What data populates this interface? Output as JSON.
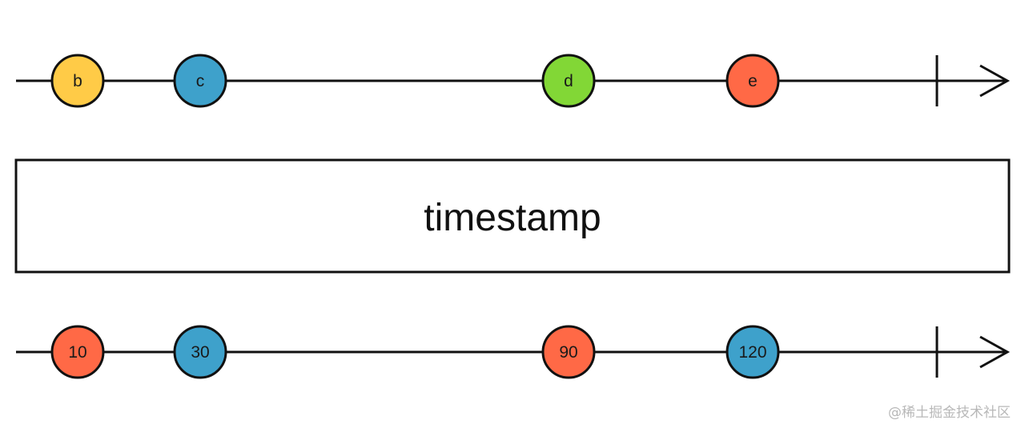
{
  "diagram": {
    "operator_label": "timestamp",
    "input_stream": {
      "marbles": [
        {
          "label": "b",
          "color": "#FFCB47"
        },
        {
          "label": "c",
          "color": "#3EA1CB"
        },
        {
          "label": "d",
          "color": "#82D736"
        },
        {
          "label": "e",
          "color": "#FF6946"
        }
      ],
      "completes": true
    },
    "output_stream": {
      "marbles": [
        {
          "label": "10",
          "color": "#FF6946"
        },
        {
          "label": "30",
          "color": "#3EA1CB"
        },
        {
          "label": "90",
          "color": "#FF6946"
        },
        {
          "label": "120",
          "color": "#3EA1CB"
        }
      ],
      "completes": true
    }
  },
  "watermark": "@稀土掘金技术社区"
}
